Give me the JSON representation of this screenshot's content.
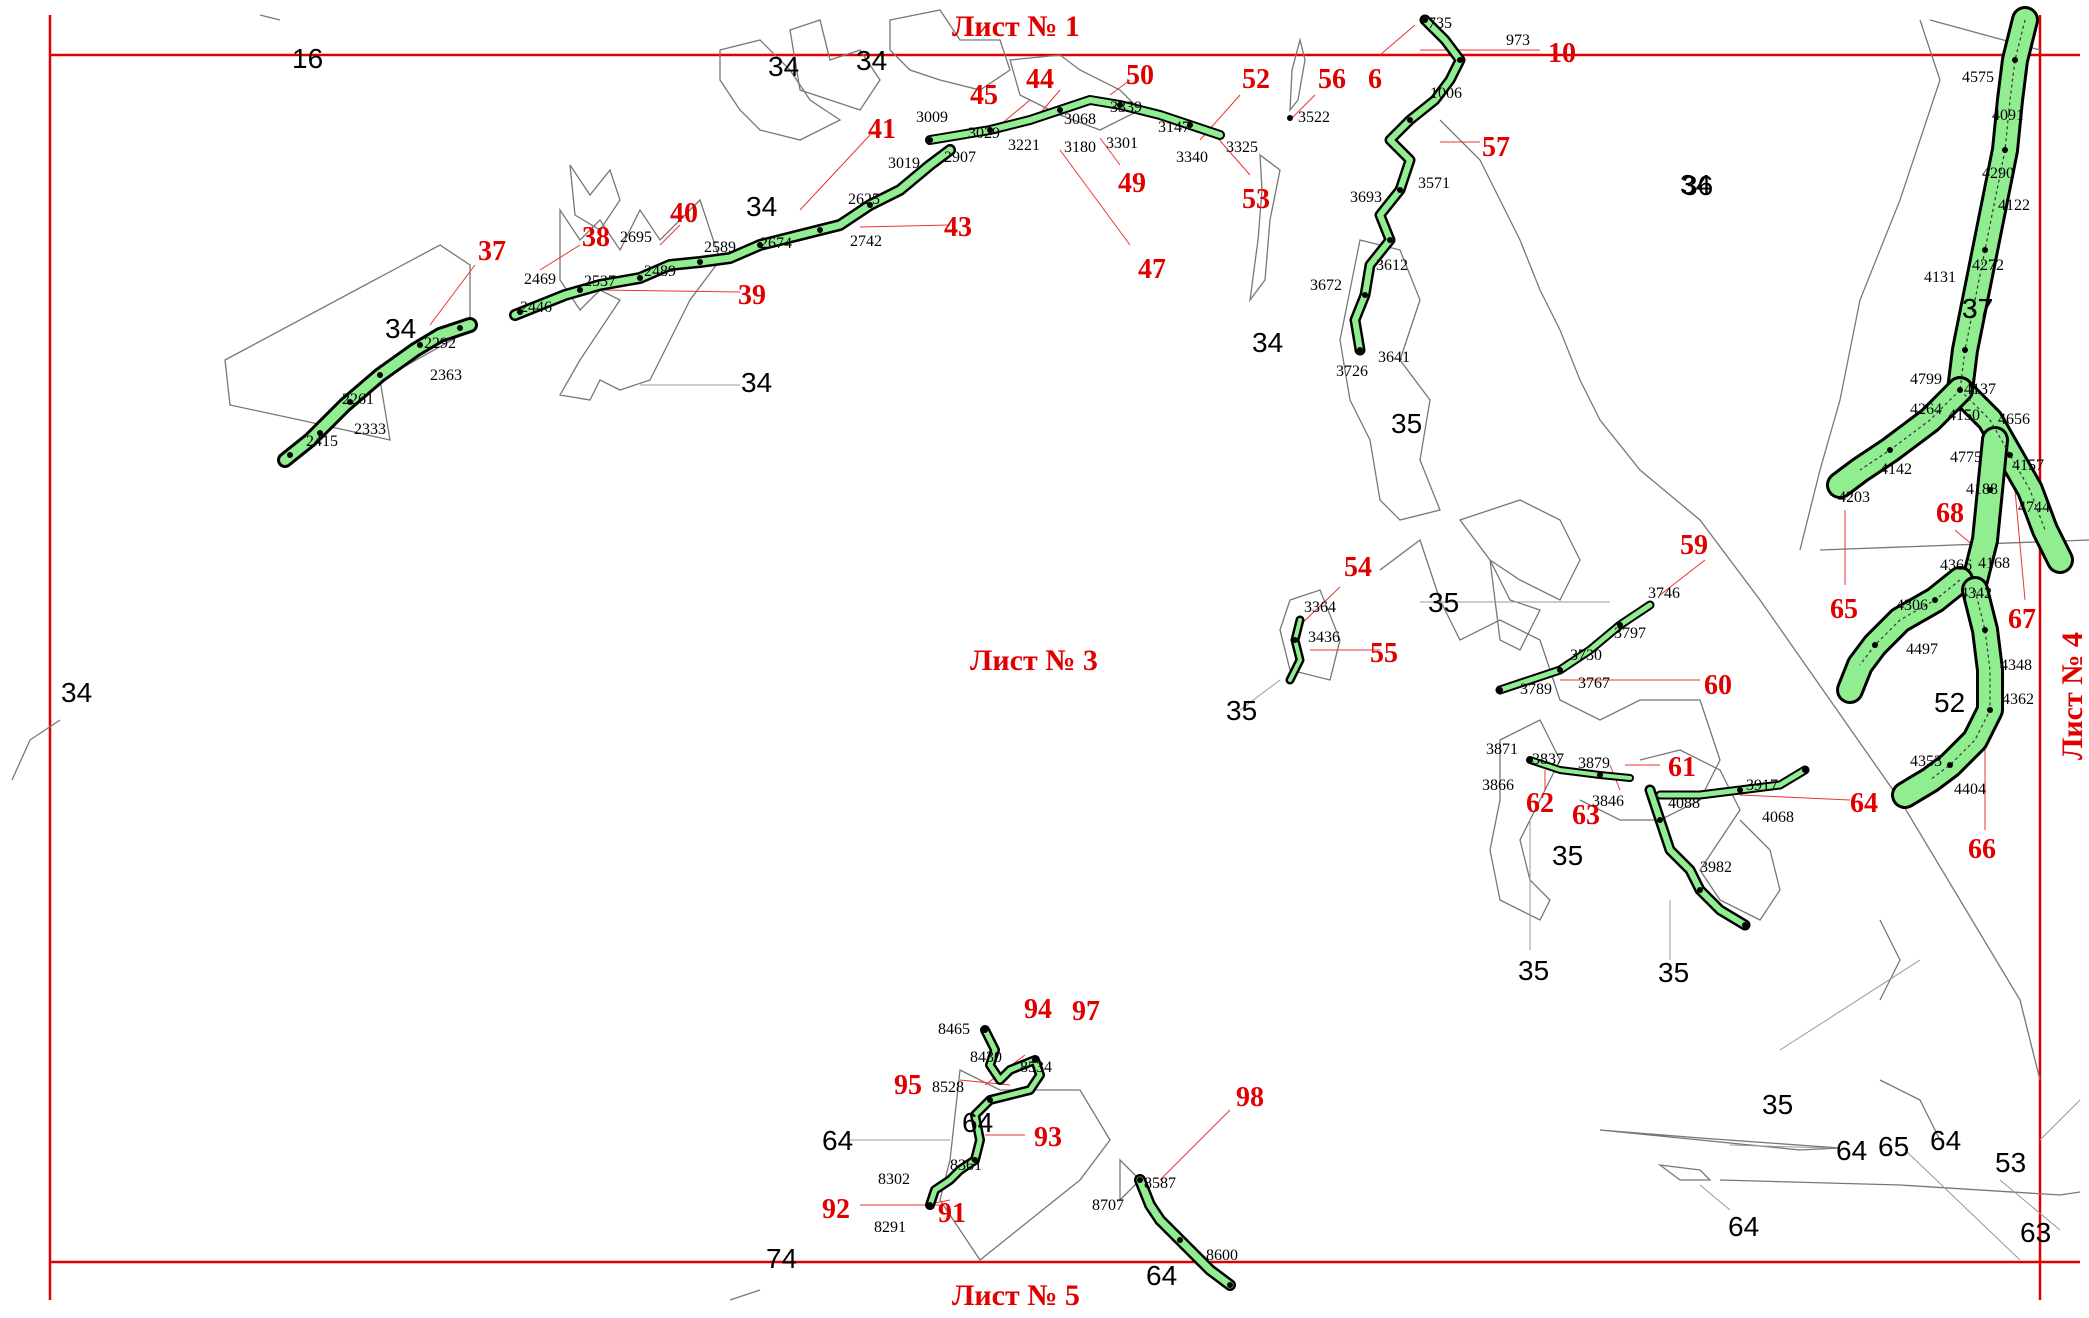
{
  "sheets": {
    "top": "Лист № 1",
    "center": "Лист № 3",
    "right": "Лист № 4",
    "bottom": "Лист № 5"
  },
  "colors": {
    "frame": "#e00000",
    "label_red": "#e00000",
    "zone_fill": "#90ee90",
    "zone_edge": "#000000",
    "outline": "#777777"
  },
  "parcel_labels": [
    "16",
    "34",
    "34",
    "34",
    "34",
    "34",
    "34",
    "34",
    "34",
    "36",
    "35",
    "35",
    "35",
    "35",
    "35",
    "35",
    "35",
    "37",
    "52",
    "64",
    "64",
    "64",
    "64",
    "65",
    "64",
    "53",
    "63",
    "74"
  ],
  "zone_numbers": [
    "6",
    "10",
    "37",
    "38",
    "39",
    "40",
    "41",
    "43",
    "44",
    "45",
    "47",
    "49",
    "50",
    "52",
    "53",
    "54",
    "55",
    "56",
    "57",
    "59",
    "60",
    "61",
    "62",
    "63",
    "64",
    "65",
    "66",
    "67",
    "68",
    "91",
    "92",
    "93",
    "94",
    "95",
    "97",
    "98"
  ],
  "point_labels": [
    "735",
    "973",
    "1006",
    "3571",
    "3693",
    "3612",
    "3672",
    "3641",
    "3726",
    "3522",
    "3339",
    "3068",
    "3009",
    "3029",
    "3221",
    "3180",
    "3301",
    "3147",
    "3340",
    "3325",
    "3019",
    "2907",
    "2625",
    "2742",
    "2674",
    "2589",
    "2695",
    "2489",
    "2537",
    "2469",
    "2446",
    "2292",
    "2363",
    "2261",
    "2333",
    "2415",
    "3364",
    "3436",
    "3746",
    "3797",
    "3730",
    "3789",
    "3767",
    "3871",
    "3837",
    "3879",
    "3866",
    "3846",
    "3917",
    "4088",
    "4068",
    "3982",
    "4575",
    "4091",
    "4290",
    "4122",
    "4131",
    "4272",
    "4799",
    "4137",
    "4264",
    "4150",
    "4656",
    "4775",
    "4157",
    "4142",
    "4203",
    "4188",
    "4744",
    "4366",
    "4168",
    "4342",
    "4306",
    "4497",
    "4348",
    "4362",
    "4353",
    "4404",
    "8465",
    "8430",
    "8534",
    "8528",
    "8361",
    "8302",
    "8291",
    "8587",
    "8707",
    "8600"
  ],
  "map_figures": [
    "37",
    "64"
  ]
}
